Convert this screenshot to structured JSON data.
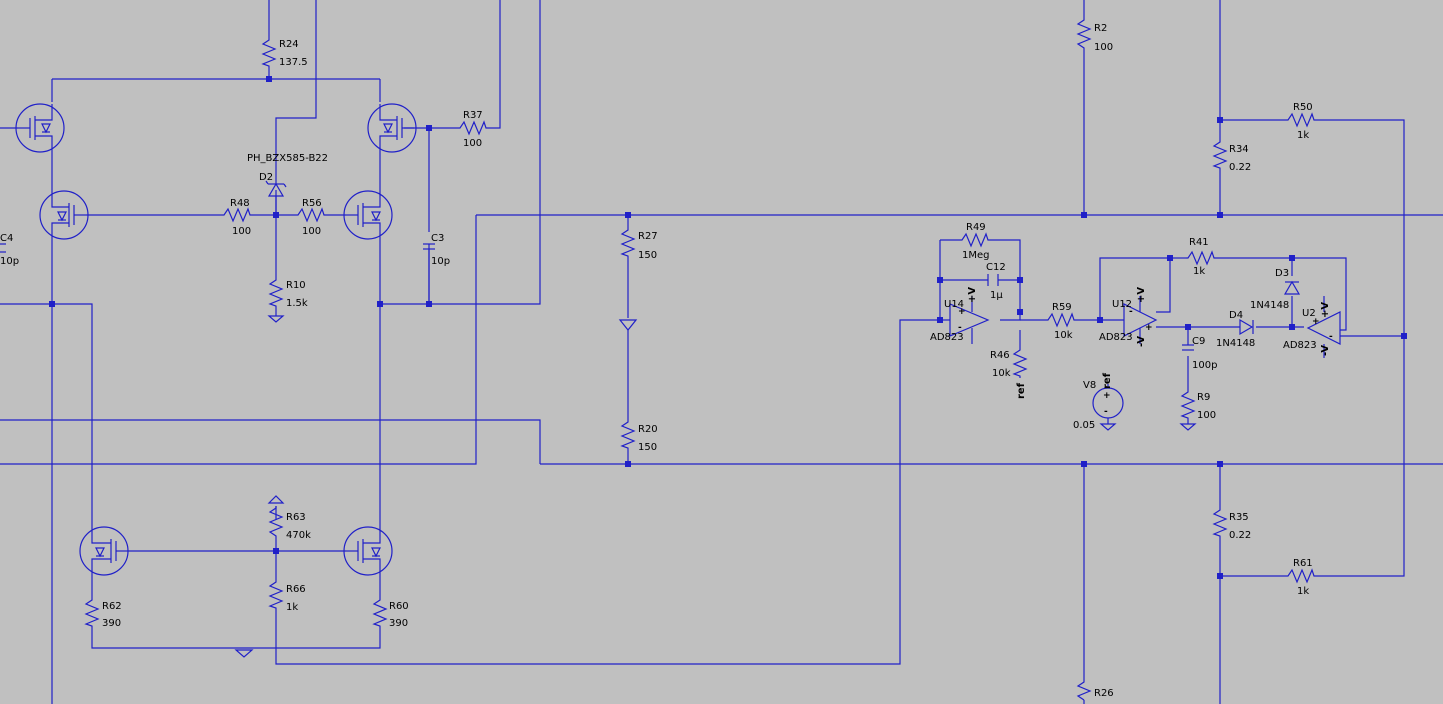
{
  "labels": {
    "R24": "R24",
    "R24_val": "137.5",
    "R2": "R2",
    "R2_val": "100",
    "R50": "R50",
    "R50_val": "1k",
    "R34": "R34",
    "R34_val": "0.22",
    "R37": "R37",
    "R37_val": "100",
    "D2": "D2",
    "D2_val": "PH_BZX585-B22",
    "R48": "R48",
    "R48_val": "100",
    "R56": "R56",
    "R56_val": "100",
    "C4": "C4",
    "C4_val": "10p",
    "C3": "C3",
    "C3_val": "10p",
    "R10": "R10",
    "R10_val": "1.5k",
    "R27": "R27",
    "R27_val": "150",
    "R20": "R20",
    "R20_val": "150",
    "R49": "R49",
    "R49_val": "1Meg",
    "C12": "C12",
    "C12_val": "1µ",
    "R41": "R41",
    "R41_val": "1k",
    "D3": "D3",
    "D3_val": "1N4148",
    "D4": "D4",
    "D4_val": "1N4148",
    "U14": "U14",
    "U14_val": "AD823",
    "U12": "U12",
    "U12_val": "AD823",
    "U2": "U2",
    "U2_val": "AD823",
    "R59": "R59",
    "R59_val": "10k",
    "R46": "R46",
    "R46_val": "10k",
    "ref": "ref",
    "V8": "V8",
    "V8_val": "0.05",
    "C9": "C9",
    "C9_val": "100p",
    "R9": "R9",
    "R9_val": "100",
    "R35": "R35",
    "R35_val": "0.22",
    "R61": "R61",
    "R61_val": "1k",
    "R63": "R63",
    "R63_val": "470k",
    "R66": "R66",
    "R66_val": "1k",
    "R62": "R62",
    "R62_val": "390",
    "R60": "R60",
    "R60_val": "390",
    "R26": "R26",
    "plus_v": "+V",
    "minus_v": "-V"
  }
}
